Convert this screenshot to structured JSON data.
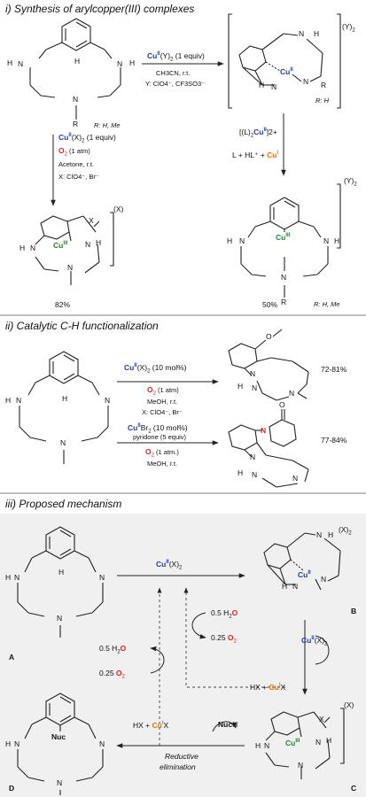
{
  "headers": {
    "s1": "i) Synthesis of arylcopper(III) complexes",
    "s2": "ii) Catalytic C-H functionalization",
    "s3": "iii) Proposed mechanism"
  },
  "colors": {
    "cu_blue": "#1a3fb0",
    "o2_red": "#d9241b",
    "cu3_green": "#1f8a2e",
    "cu1_orange": "#e8710b",
    "gray_box": "#f0f0f0"
  },
  "s1": {
    "r_label": "R: H, Me",
    "r_label2": "R: H",
    "r_label3": "R: H, Me",
    "top_reagent": "Cu",
    "top_ox": "II",
    "top_ligand": "(Y)",
    "top_sub": "2",
    "top_equiv": " (1 equiv)",
    "top_solvent": "CH3CN, r.t.",
    "top_anions": "Y: ClO4⁻, CF3SO3⁻",
    "side_reagent": "Cu",
    "side_ox": "II",
    "side_ligand": "(X)",
    "side_sub": "2",
    "side_equiv": " (1 equiv)",
    "side_o2": "O",
    "side_o2sub": "2",
    "side_atm": " (1 atm)",
    "side_solvent": "Acetone, r.t.",
    "side_anions": "X: ClO4⁻, Br⁻",
    "disp_reagent": "[(L)",
    "disp_2": "2",
    "disp_cu": "Cu",
    "disp_ox": "II",
    "disp_charge": "]2+",
    "disp_products": "L + HL⁺ + ",
    "disp_cu1": "Cu",
    "disp_cu1ox": "I",
    "yield_left": "82%",
    "yield_right": "50%",
    "y2_top": "(Y)",
    "y2_top_sub": "2",
    "y2_bottom": "(Y)",
    "y2_bottom_sub": "2",
    "x_counter": "(X)",
    "atoms": {
      "n": "N",
      "h": "H",
      "r": "R",
      "x": "X",
      "cu": "Cu",
      "cu2": "II",
      "cu3": "III"
    }
  },
  "s2": {
    "r1_reagent": "Cu",
    "r1_ox": "II",
    "r1_ligand": "(X)",
    "r1_sub": "2",
    "r1_mol": " (10 mol%)",
    "r1_o2": "O",
    "r1_o2sub": "2",
    "r1_atm": " (1 atm)",
    "r1_solvent": "MeOH, r.t.",
    "r1_anions": "X: ClO4⁻, Br⁻",
    "r2_reagent": "Cu",
    "r2_ox": "II",
    "r2_br": "Br",
    "r2_sub": "2",
    "r2_mol": " (10 mol%)",
    "r2_pyr": "pyridone (5 equiv)",
    "r2_o2": "O",
    "r2_o2sub": "2",
    "r2_atm": " (1 atm.)",
    "r2_solvent": "MeOH, r.t.",
    "yield1": "72-81%",
    "yield2": "77-84%",
    "atoms": {
      "o": "O",
      "n": "N",
      "h": "H"
    }
  },
  "s3": {
    "top_cu": "Cu",
    "top_ox": "II",
    "top_lig": "(X)",
    "top_sub": "2",
    "water1": "0.5 H",
    "water1_sub": "2",
    "water1_o": "O",
    "o2_1": "0.25 ",
    "o2_1o": "O",
    "o2_1sub": "2",
    "water2": "0.5 H",
    "water2_sub": "2",
    "water2_o": "O",
    "o2_2": "0.25 ",
    "o2_2o": "O",
    "o2_2sub": "2",
    "right_cu": "Cu",
    "right_ox": "II",
    "right_lig": "(X)",
    "right_sub": "2",
    "hx1": "HX + ",
    "hx1_cu": "Cu",
    "hx1_ox": "I",
    "hx1_x": "X",
    "hx2": "HX + ",
    "hx2_cu": "Cu",
    "hx2_ox": "I",
    "hx2_x": "X",
    "nuc_h": "Nuc",
    "nuc_h2": "H",
    "re_label1": "Reductive",
    "re_label2": "elimination",
    "nuc_atom": "Nuc",
    "b_counter": "(X)",
    "b_counter_sub": "2",
    "c_counter": "(X)",
    "labels": {
      "a": "A",
      "b": "B",
      "c": "C",
      "d": "D"
    }
  }
}
